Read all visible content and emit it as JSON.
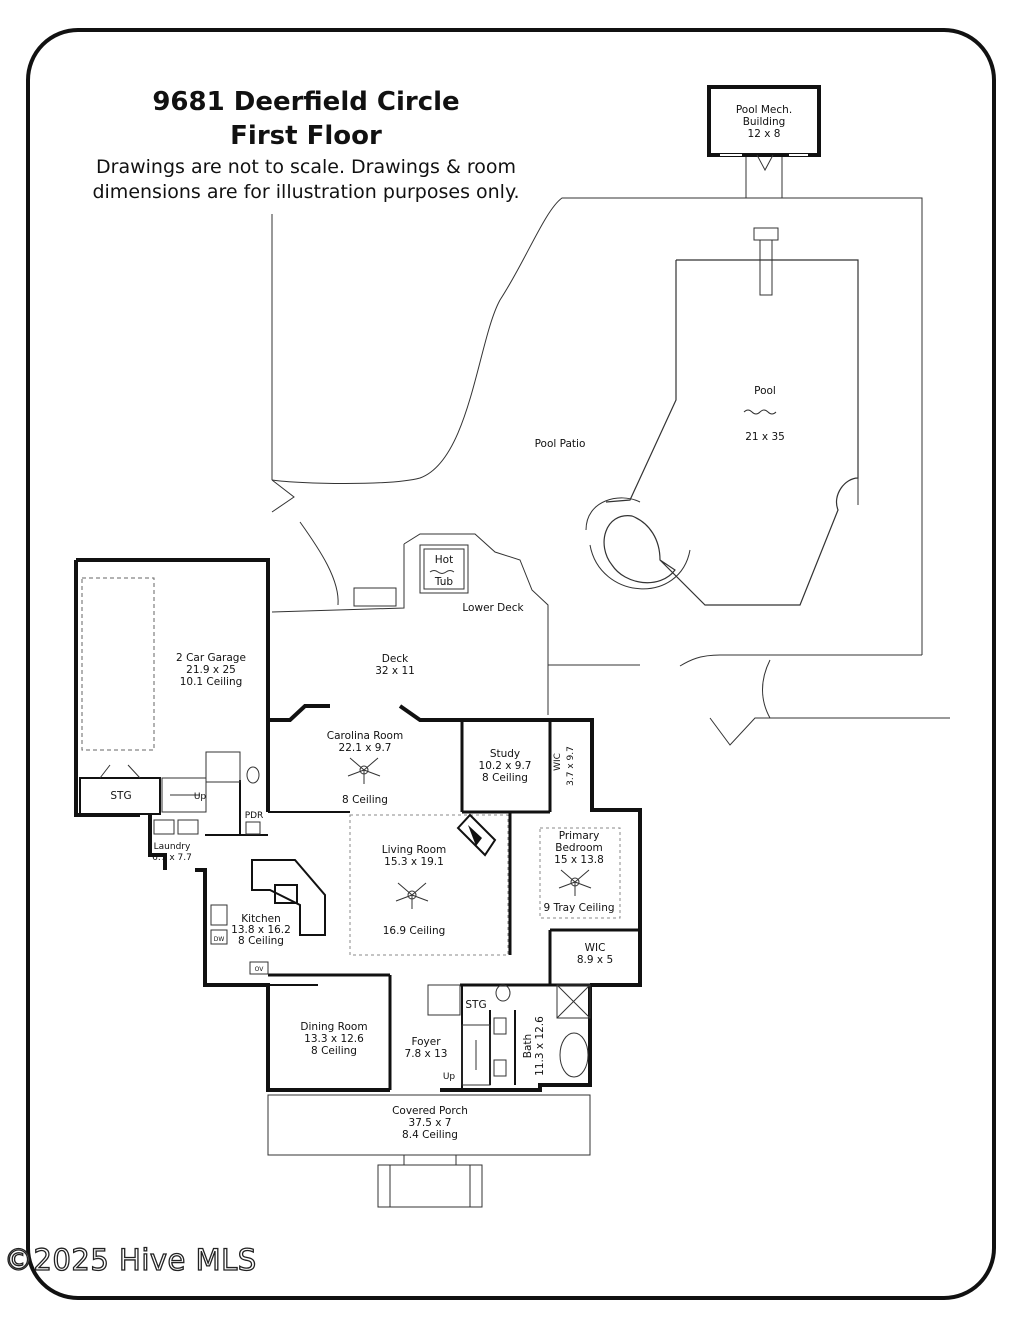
{
  "header": {
    "address": "9681 Deerfield Circle",
    "floor": "First Floor",
    "disclaimer_line1": "Drawings are not to scale. Drawings & room",
    "disclaimer_line2": "dimensions are for illustration purposes only."
  },
  "rooms": {
    "pool_mech": {
      "name1": "Pool Mech.",
      "name2": "Building",
      "dims": "12 x 8"
    },
    "pool": {
      "name": "Pool",
      "dims": "21 x 35"
    },
    "pool_patio": {
      "name": "Pool Patio"
    },
    "hot_tub": {
      "name1": "Hot",
      "name2": "Tub"
    },
    "lower_deck": {
      "name": "Lower Deck"
    },
    "deck": {
      "name": "Deck",
      "dims": "32 x 11"
    },
    "garage": {
      "name": "2 Car Garage",
      "dims": "21.9 x 25",
      "ceiling": "10.1 Ceiling"
    },
    "stg_garage": {
      "name": "STG"
    },
    "carolina": {
      "name": "Carolina Room",
      "dims": "22.1 x 9.7",
      "ceiling": "8 Ceiling"
    },
    "study": {
      "name": "Study",
      "dims": "10.2 x 9.7",
      "ceiling": "8 Ceiling"
    },
    "wic_study": {
      "label": "WIC",
      "dims": "3.7 x 9.7"
    },
    "pdr": {
      "name": "PDR"
    },
    "laundry": {
      "name": "Laundry",
      "dims": "6.7 x 7.7"
    },
    "living": {
      "name": "Living Room",
      "dims": "15.3 x 19.1",
      "ceiling": "16.9 Ceiling"
    },
    "primary": {
      "name1": "Primary",
      "name2": "Bedroom",
      "dims": "15 x 13.8",
      "ceiling": "9 Tray Ceiling"
    },
    "wic_primary": {
      "name": "WIC",
      "dims": "8.9 x 5"
    },
    "kitchen": {
      "name": "Kitchen",
      "dims": "13.8 x 16.2",
      "ceiling": "8 Ceiling"
    },
    "dining": {
      "name": "Dining Room",
      "dims": "13.3 x 12.6",
      "ceiling": "8 Ceiling"
    },
    "stg_foyer": {
      "name": "STG"
    },
    "foyer": {
      "name": "Foyer",
      "dims": "7.8 x 13"
    },
    "bath": {
      "name": "Bath",
      "dims": "11.3 x 12.6"
    },
    "porch": {
      "name": "Covered Porch",
      "dims": "37.5 x 7",
      "ceiling": "8.4 Ceiling"
    }
  },
  "marks": {
    "up": "Up",
    "dw": "DW",
    "ov": "OV"
  },
  "watermark": "©2025 Hive MLS"
}
